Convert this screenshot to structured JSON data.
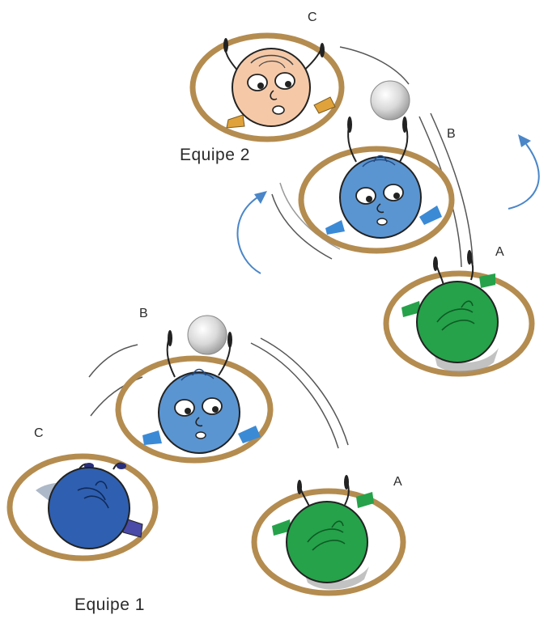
{
  "teams": {
    "team2": {
      "name": "Equipe 2",
      "labels": {
        "a": "A",
        "b": "B",
        "c": "C"
      }
    },
    "team1": {
      "name": "Equipe 1",
      "labels": {
        "a": "A",
        "b": "B",
        "c": "C"
      }
    }
  },
  "colors": {
    "hoop": "#b48c50",
    "ball": "#d2d2d2",
    "player_skin": "#f5c9a8",
    "player_light_blue": "#5b95d1",
    "player_dark_blue": "#2f5fb0",
    "player_green": "#25a24a",
    "rotation_arrow": "#4a86c8",
    "pass_line": "#555555"
  },
  "icons": [
    "ball-icon",
    "rotation-arrow-icon",
    "hoop-icon"
  ]
}
